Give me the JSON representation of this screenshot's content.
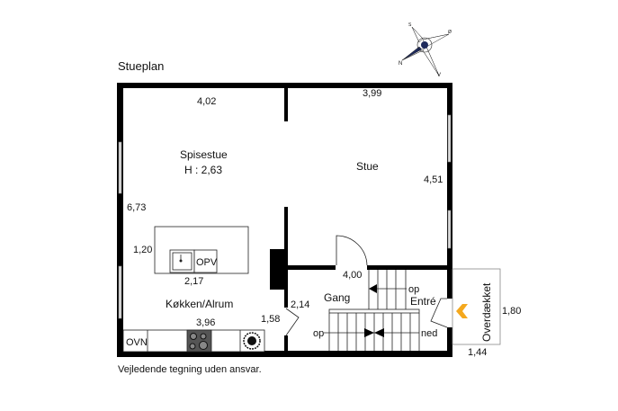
{
  "title": "Stueplan",
  "disclaimer": "Vejledende tegning uden ansvar.",
  "compass": {
    "north": "N",
    "west": "V",
    "east": "Ø",
    "south": "S"
  },
  "rooms": {
    "spisestue": {
      "name": "Spisestue",
      "height": "H : 2,63"
    },
    "stue": {
      "name": "Stue"
    },
    "koekken": {
      "name": "Køkken/Alrum"
    },
    "gang": {
      "name": "Gang"
    },
    "entre": {
      "name": "Entré"
    },
    "overdaekket": {
      "name": "Overdækket"
    }
  },
  "dimensions": {
    "spisestue_width": "4,02",
    "stue_width": "3,99",
    "left_height": "6,73",
    "stue_height": "4,51",
    "island_depth": "1,20",
    "island_width": "2,17",
    "kitchen_counter": "3,96",
    "kitchen_door": "1,58",
    "gang_height": "2,14",
    "gang_width": "4,00",
    "overdaekket_height": "1,80",
    "overdaekket_width": "1,44"
  },
  "fixtures": {
    "dishwasher": "OPV",
    "oven": "OVN"
  },
  "stairs": {
    "up_upper": "op",
    "up_lower": "op",
    "down": "ned"
  },
  "colors": {
    "wall": "#000000",
    "entry_arrow": "#f4a81d",
    "compass_blue": "#1e2a5c"
  }
}
